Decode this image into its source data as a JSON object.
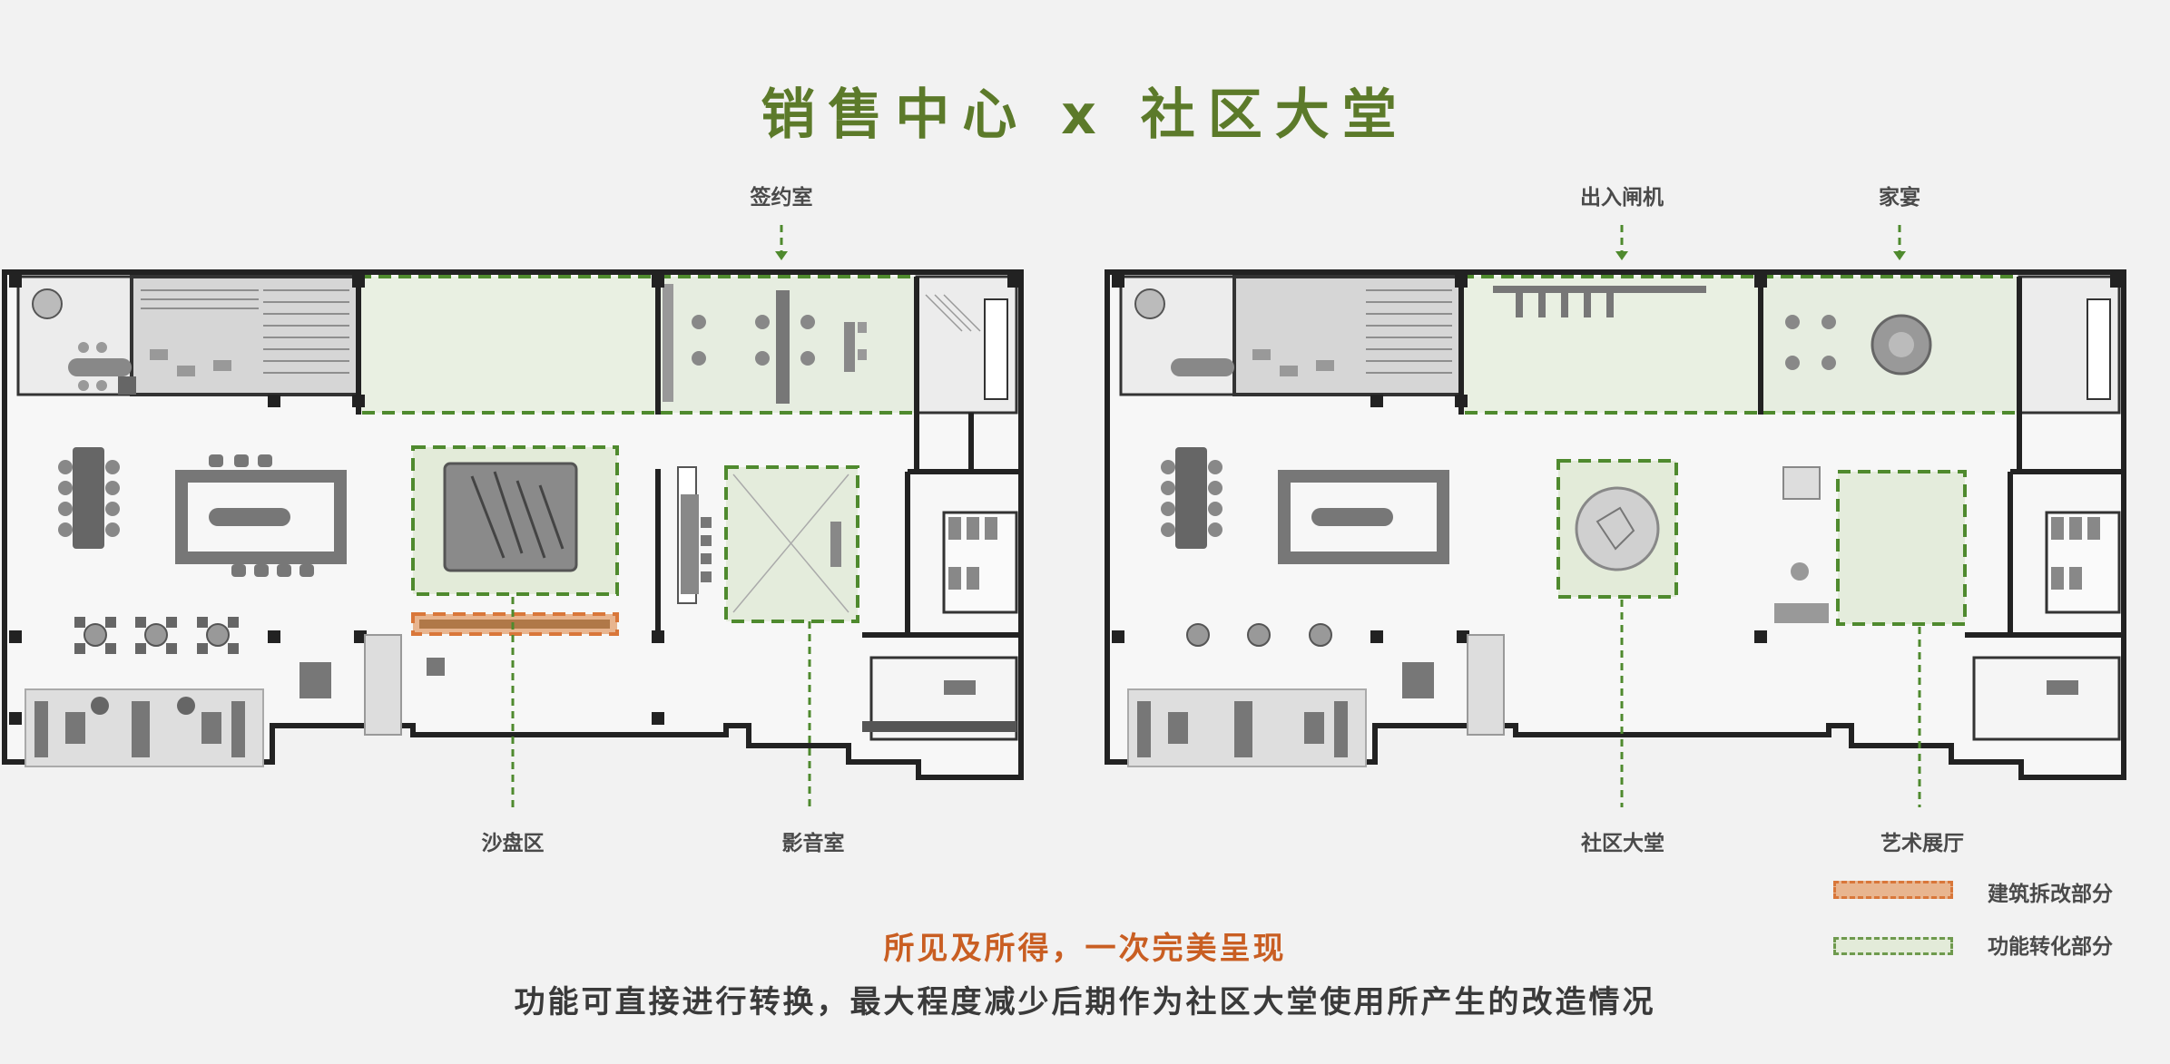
{
  "title": "销售中心 x 社区大堂",
  "left_plan": {
    "labels": {
      "signing_room": "签约室",
      "sand_table": "沙盘区",
      "av_room": "影音室"
    }
  },
  "right_plan": {
    "labels": {
      "gate": "出入闸机",
      "banquet": "家宴",
      "lobby": "社区大堂",
      "art_hall": "艺术展厅"
    }
  },
  "legend": {
    "demolition": "建筑拆改部分",
    "conversion": "功能转化部分"
  },
  "subtitle": "所见及所得，一次完美呈现",
  "description": "功能可直接进行转换，最大程度减少后期作为社区大堂使用所产生的改造情况",
  "colors": {
    "title_green": "#5c7a2a",
    "dash_green": "#4f8a2e",
    "demolition_orange": "#d9773a",
    "subtitle_orange": "#c95e22"
  }
}
